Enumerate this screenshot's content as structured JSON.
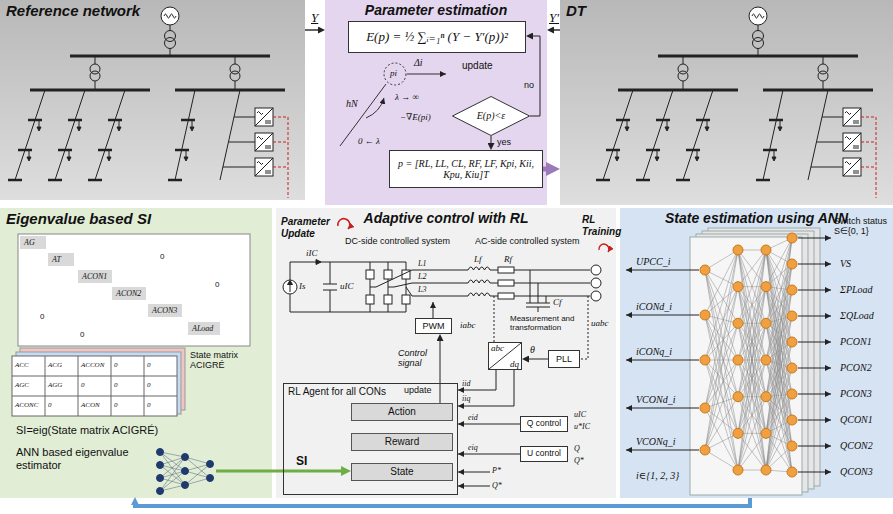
{
  "diagram": {
    "nodes": [
      {
        "text": [
          "Reference network"
        ]
      },
      {
        "text": [
          "Parameter estimation"
        ]
      },
      {
        "text": [
          "E(p) = ½ ∑ᵢ₌₁ⁿ (Y − Y′(p))²"
        ],
        "in": 1
      },
      {
        "text": [
          "E(p)<ε"
        ],
        "in": 1
      },
      {
        "text": [
          "p = [RL, LL, CL, RF, LF, Kpi, Kii, Kpu, Kiu]T"
        ],
        "in": 1
      },
      {
        "text": [
          "DT"
        ]
      },
      {
        "text": [
          "Eigenvalue based SI"
        ]
      },
      {
        "text": [
          "Adaptive control with RL"
        ]
      },
      {
        "text": [
          "PWM"
        ],
        "in": 7
      },
      {
        "text": [
          "abc",
          "dq"
        ],
        "in": 7
      },
      {
        "text": [
          "PLL"
        ],
        "in": 7
      },
      {
        "text": [
          "Q control"
        ],
        "in": 7
      },
      {
        "text": [
          "U control"
        ],
        "in": 7
      },
      {
        "text": [
          "RL Agent for all CONs"
        ],
        "in": 7
      },
      {
        "text": [
          "Action"
        ],
        "in": 13
      },
      {
        "text": [
          "Reward"
        ],
        "in": 13
      },
      {
        "text": [
          "State"
        ],
        "in": 13
      },
      {
        "text": [
          "State estimation using ANN"
        ]
      }
    ],
    "edges": [
      {
        "from": 0,
        "to": 1,
        "label": "Y",
        "arrow": "to"
      },
      {
        "from": 5,
        "to": 1,
        "label": "Y′",
        "arrow": "to"
      },
      {
        "from": 4,
        "to": 5,
        "arrow": "to"
      },
      {
        "from": 3,
        "to": 4,
        "label": "yes",
        "arrow": "to"
      },
      {
        "from": 3,
        "to": 2,
        "label": "no",
        "arrow": "to"
      },
      {
        "from": 6,
        "to": 16,
        "label": "SI",
        "arrow": "to"
      },
      {
        "from": 17,
        "to": 6,
        "arrow": "to"
      },
      {
        "from": 14,
        "to": 8,
        "arrow": "to"
      },
      {
        "from": 10,
        "to": 9,
        "label": "θ",
        "arrow": "to"
      }
    ],
    "labels": [
      "pi",
      "Δi",
      "hN",
      "λ → ∞",
      "0 ← λ",
      "−∇E(pi)",
      "update",
      "Parameter Update",
      "RL Training",
      "AG",
      "AT",
      "ACON1",
      "ACON2",
      "ACON3",
      "ALoad",
      "0",
      "0",
      "0",
      "0",
      "State matrix ACIGRÉ",
      "ACC",
      "ACG",
      "ACCON",
      "0",
      "0",
      "AGC",
      "AGG",
      "0",
      "0",
      "0",
      "ACONC",
      "0",
      "ACON",
      "0",
      "0",
      "SI=eig(State matrix ACIGRÉ)",
      "ANN based eigenvalue estimator",
      "DC-side controlled system",
      "AC-side controlled system",
      "Is",
      "iIC",
      "uIC",
      "L1",
      "L2",
      "L3",
      "Lf",
      "Rf",
      "Cf",
      "iabc",
      "Measurement and transformation",
      "uabc",
      "Control signal",
      "update",
      "iid",
      "iiq",
      "eid",
      "eiq",
      "uIC",
      "u*IC",
      "Q",
      "Q*",
      "P*",
      "Q*",
      "UPCC_i",
      "iCONd_i",
      "iCONq_i",
      "VCONd_i",
      "VCONq_i",
      "i∈{1, 2, 3}",
      "Switch status S∈{0, 1}",
      "VS",
      "ΣPLoad",
      "ΣQLoad",
      "PCON1",
      "PCON2",
      "PCON3",
      "QCON1",
      "QCON2",
      "QCON3"
    ]
  }
}
